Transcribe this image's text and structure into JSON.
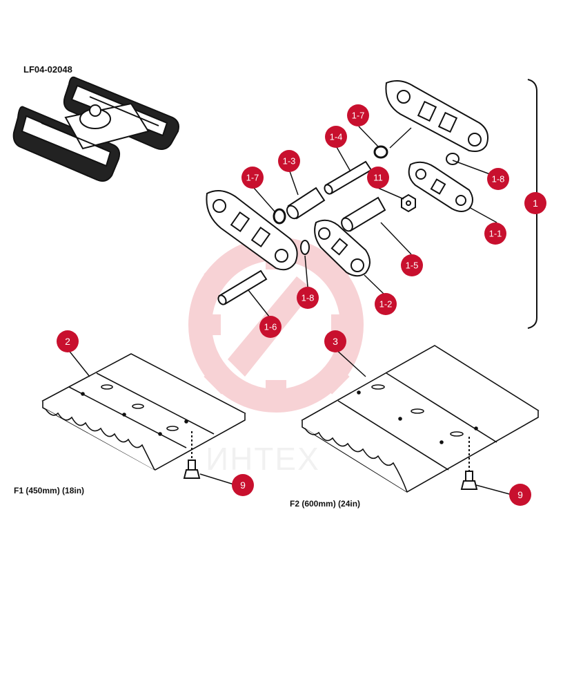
{
  "diagram": {
    "model_code": "LF04-02048",
    "group_id": "1",
    "parts": {
      "p1_1": "1-1",
      "p1_2": "1-2",
      "p1_3": "1-3",
      "p1_4": "1-4",
      "p1_5": "1-5",
      "p1_6": "1-6",
      "p1_7a": "1-7",
      "p1_7b": "1-7",
      "p1_8a": "1-8",
      "p1_8b": "1-8",
      "p11": "11",
      "p2": "2",
      "p3": "3",
      "p9a": "9",
      "p9b": "9"
    },
    "shoe_f1_caption": "F1 (450mm) (18in)",
    "shoe_f2_caption": "F2 (600mm) (24in)"
  },
  "watermark": {
    "text": "ИНТЕХ",
    "color": "#f3c3c6"
  },
  "colors": {
    "callout": "#c8102e",
    "line": "#111111"
  }
}
